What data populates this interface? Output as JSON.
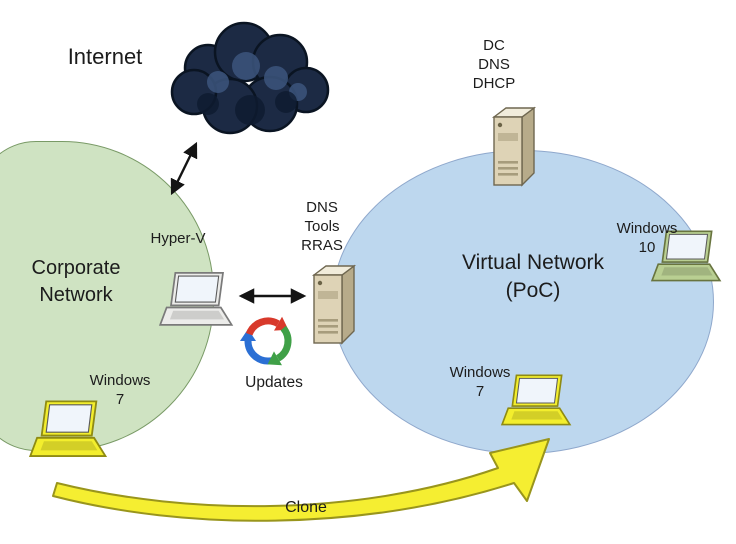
{
  "diagram": {
    "labels": {
      "internet": "Internet",
      "corporate_network": [
        "Corporate",
        "Network"
      ],
      "virtual_network": [
        "Virtual Network",
        "(PoC)"
      ],
      "hyper_v": "Hyper-V",
      "dns_server": [
        "DNS",
        "Tools",
        "RRAS"
      ],
      "dc_server": [
        "DC",
        "DNS",
        "DHCP"
      ],
      "windows_10": [
        "Windows",
        "10"
      ],
      "windows_7_corporate": [
        "Windows",
        "7"
      ],
      "windows_7_poc": [
        "Windows",
        "7"
      ],
      "updates": "Updates",
      "clone": "Clone"
    },
    "colors": {
      "corporate_fill": "#cfe3c2",
      "corporate_border": "#799a66",
      "virtual_fill": "#bdd7ee",
      "virtual_border": "#8fa8cc",
      "cloud_dark": "#1c2a44",
      "laptop_yellow": "#f3ee2d",
      "laptop_green": "#b9cf92",
      "laptop_white": "#ececea",
      "server_beige": "#ded3b6",
      "clone_arrow_fill": "#f5ee31",
      "clone_arrow_border": "#99951c",
      "updates_blue": "#2b6fd4",
      "updates_red": "#d8392b",
      "updates_green": "#3fa047",
      "connector": "#141414"
    }
  }
}
